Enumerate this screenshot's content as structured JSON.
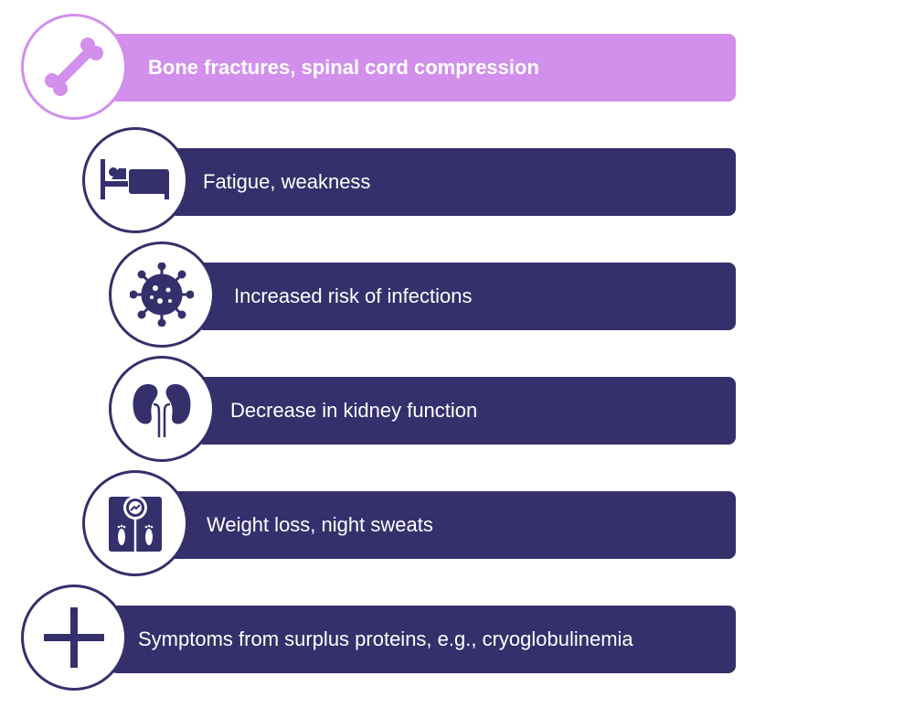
{
  "items": [
    {
      "label": "Bone fractures, spinal cord compression",
      "icon": "bone-icon"
    },
    {
      "label": "Fatigue, weakness",
      "icon": "bed-icon"
    },
    {
      "label": "Increased risk of infections",
      "icon": "virus-icon"
    },
    {
      "label": "Decrease in kidney function",
      "icon": "kidney-icon"
    },
    {
      "label": "Weight loss, night sweats",
      "icon": "scale-icon"
    },
    {
      "label": "Symptoms from surplus proteins, e.g., cryoglobulinemia",
      "icon": "plus-icon"
    }
  ],
  "colors": {
    "highlight": "#d28fec",
    "primary": "#35306b"
  }
}
